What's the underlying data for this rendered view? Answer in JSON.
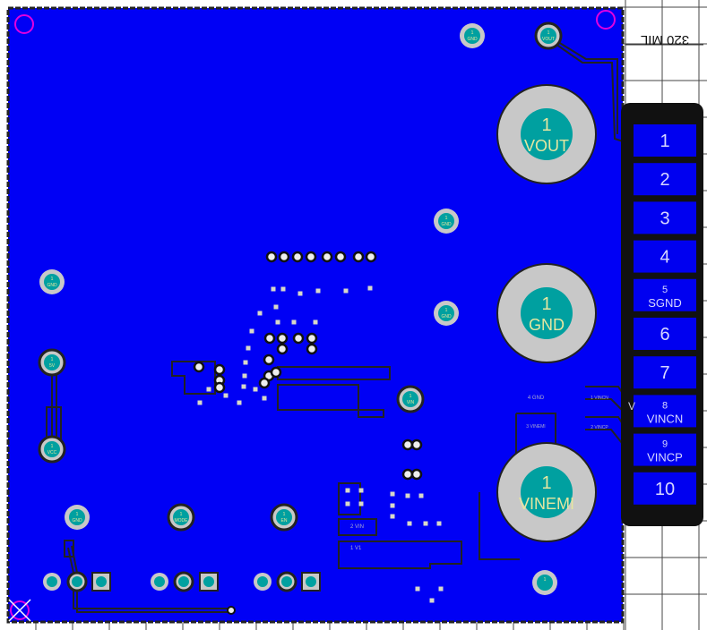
{
  "colors": {
    "copper": "#0000f5",
    "outline": "#222222",
    "pad_ring": "#c8c8c8",
    "pad_drill": "#00a0a0",
    "pad_text": "#e6e6a0",
    "connector_body": "#111111",
    "connector_pad": "#0000f0",
    "connector_text": "#d8d8ff",
    "mounting_hole": "#e000e0",
    "grid": "#444444"
  },
  "dimension": {
    "label": "320 MIL"
  },
  "connector": {
    "pins": [
      {
        "num": "1",
        "name": ""
      },
      {
        "num": "2",
        "name": ""
      },
      {
        "num": "3",
        "name": ""
      },
      {
        "num": "4",
        "name": ""
      },
      {
        "num": "5",
        "name": "SGND"
      },
      {
        "num": "6",
        "name": ""
      },
      {
        "num": "7",
        "name": ""
      },
      {
        "num": "8",
        "name": "VINCN"
      },
      {
        "num": "9",
        "name": "VINCP"
      },
      {
        "num": "10",
        "name": ""
      }
    ]
  },
  "large_pads": [
    {
      "num": "1",
      "name": "VOUT"
    },
    {
      "num": "1",
      "name": "GND"
    },
    {
      "num": "1",
      "name": "VINEMI"
    }
  ],
  "test_points": [
    {
      "num": "1",
      "name": "GND"
    },
    {
      "num": "1",
      "name": "VOUT"
    },
    {
      "num": "1",
      "name": "GND"
    },
    {
      "num": "1",
      "name": "GND"
    },
    {
      "num": "1",
      "name": "GND"
    },
    {
      "num": "1",
      "name": "5V"
    },
    {
      "num": "1",
      "name": "VCC"
    },
    {
      "num": "1",
      "name": "GND"
    },
    {
      "num": "1",
      "name": "MODE"
    },
    {
      "num": "1",
      "name": "EN"
    },
    {
      "num": "1",
      "name": "VIN"
    },
    {
      "num": "1",
      "name": ""
    }
  ],
  "small_labels": {
    "gnd": "4\nGND",
    "vinemi": "3\nVINEMI",
    "vincn": "1\nVINCN",
    "vincp": "2\nVINCP",
    "v_partial": "V",
    "vin_pad": "2 VIN",
    "v1_pad": "1 V1"
  }
}
